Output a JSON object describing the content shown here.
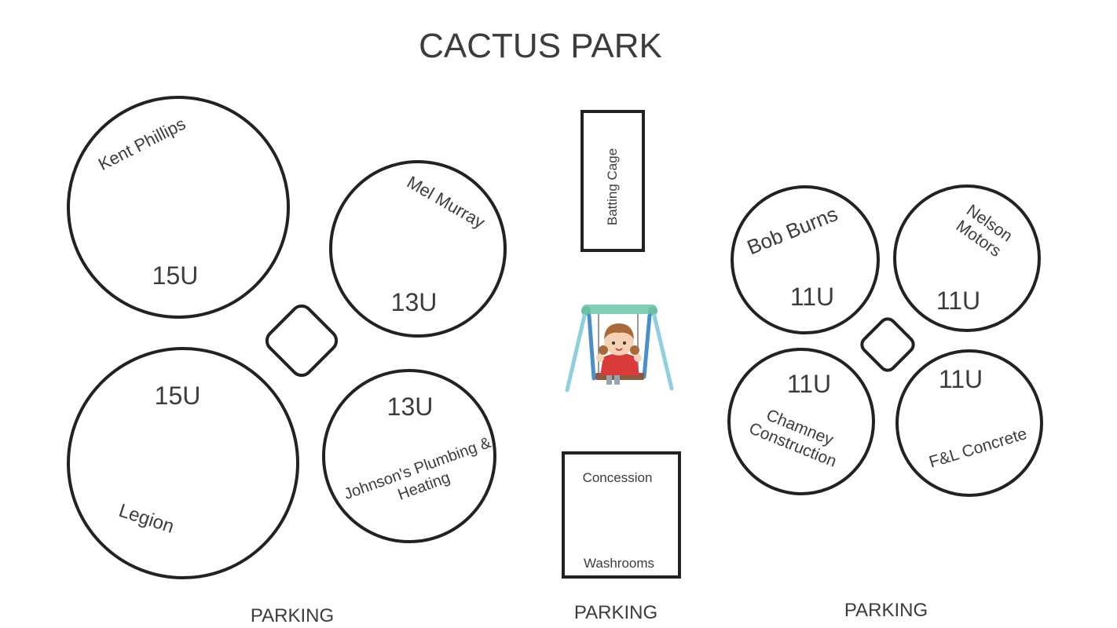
{
  "title": "CACTUS PARK",
  "fields": [
    {
      "age": "15U",
      "sponsor": [
        "Kent Phillips"
      ]
    },
    {
      "age": "13U",
      "sponsor": [
        "Mel Murray"
      ]
    },
    {
      "age": "15U",
      "sponsor": [
        "Legion"
      ]
    },
    {
      "age": "13U",
      "sponsor": [
        "Johnson's Plumbing &",
        "Heating"
      ]
    },
    {
      "age": "11U",
      "sponsor": [
        "Bob Burns"
      ]
    },
    {
      "age": "11U",
      "sponsor": [
        "Nelson",
        "Motors"
      ]
    },
    {
      "age": "11U",
      "sponsor": [
        "Chamney",
        "Construction"
      ]
    },
    {
      "age": "11U",
      "sponsor": [
        "F&L Concrete"
      ]
    }
  ],
  "facilities": {
    "batting_cage": "Batting Cage",
    "concession": "Concession",
    "washrooms": "Washrooms",
    "playground_icon": "child-on-swing-icon"
  },
  "parking": [
    "PARKING",
    "PARKING",
    "PARKING"
  ]
}
